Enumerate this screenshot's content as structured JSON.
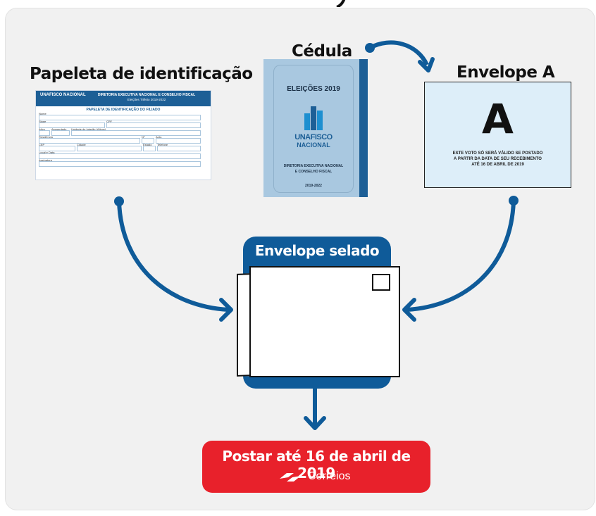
{
  "titles": {
    "papeleta": "Papeleta de identificação",
    "cedula": "Cédula",
    "envelope_a": "Envelope A",
    "envelope_selado": "Envelope selado"
  },
  "papeleta_form": {
    "logo": "UNAFISCO NACIONAL",
    "org": "DIRETORIA EXECUTIVA NACIONAL E CONSELHO FISCAL",
    "subtitle": "Eleições Triênio 2019-2022",
    "title": "PAPELETA DE IDENTIFICAÇÃO DO FILIADO",
    "fields": {
      "nome": "Nome",
      "siape": "Siape",
      "cpf": "CPF",
      "ativo": "Ativo",
      "aposentado": "Aposentado",
      "unidade": "Unidade de lotação (Ativos)",
      "residencia": "Residência",
      "numero": "Nº",
      "apto": "Apto.",
      "cep": "CEP",
      "cidade": "Cidade",
      "estado": "Estado",
      "telefone": "Telefone",
      "local_data": "Local e Data",
      "assinatura": "Assinatura"
    }
  },
  "cedula": {
    "heading": "ELEIÇÕES 2019",
    "logo_line1": "UNAFISCO",
    "logo_line2": "NACIONAL",
    "dir_line1": "DIRETORIA EXECUTIVA NACIONAL",
    "dir_line2": "E CONSELHO FISCAL",
    "term": "2019-2022"
  },
  "envelope_a": {
    "letter": "A",
    "line1": "ESTE VOTO SÓ SERÁ VÁLIDO SE POSTADO",
    "line2": "A PARTIR DA DATA DE SEU RECEBIMENTO",
    "line3": "ATÉ 16 DE ABRIL DE 2019"
  },
  "postar": {
    "text": "Postar até 16 de abril de 2019",
    "brand": "Correios"
  },
  "colors": {
    "blue": "#0f5b99",
    "red": "#e8212b",
    "panel": "#f1f1f1"
  }
}
